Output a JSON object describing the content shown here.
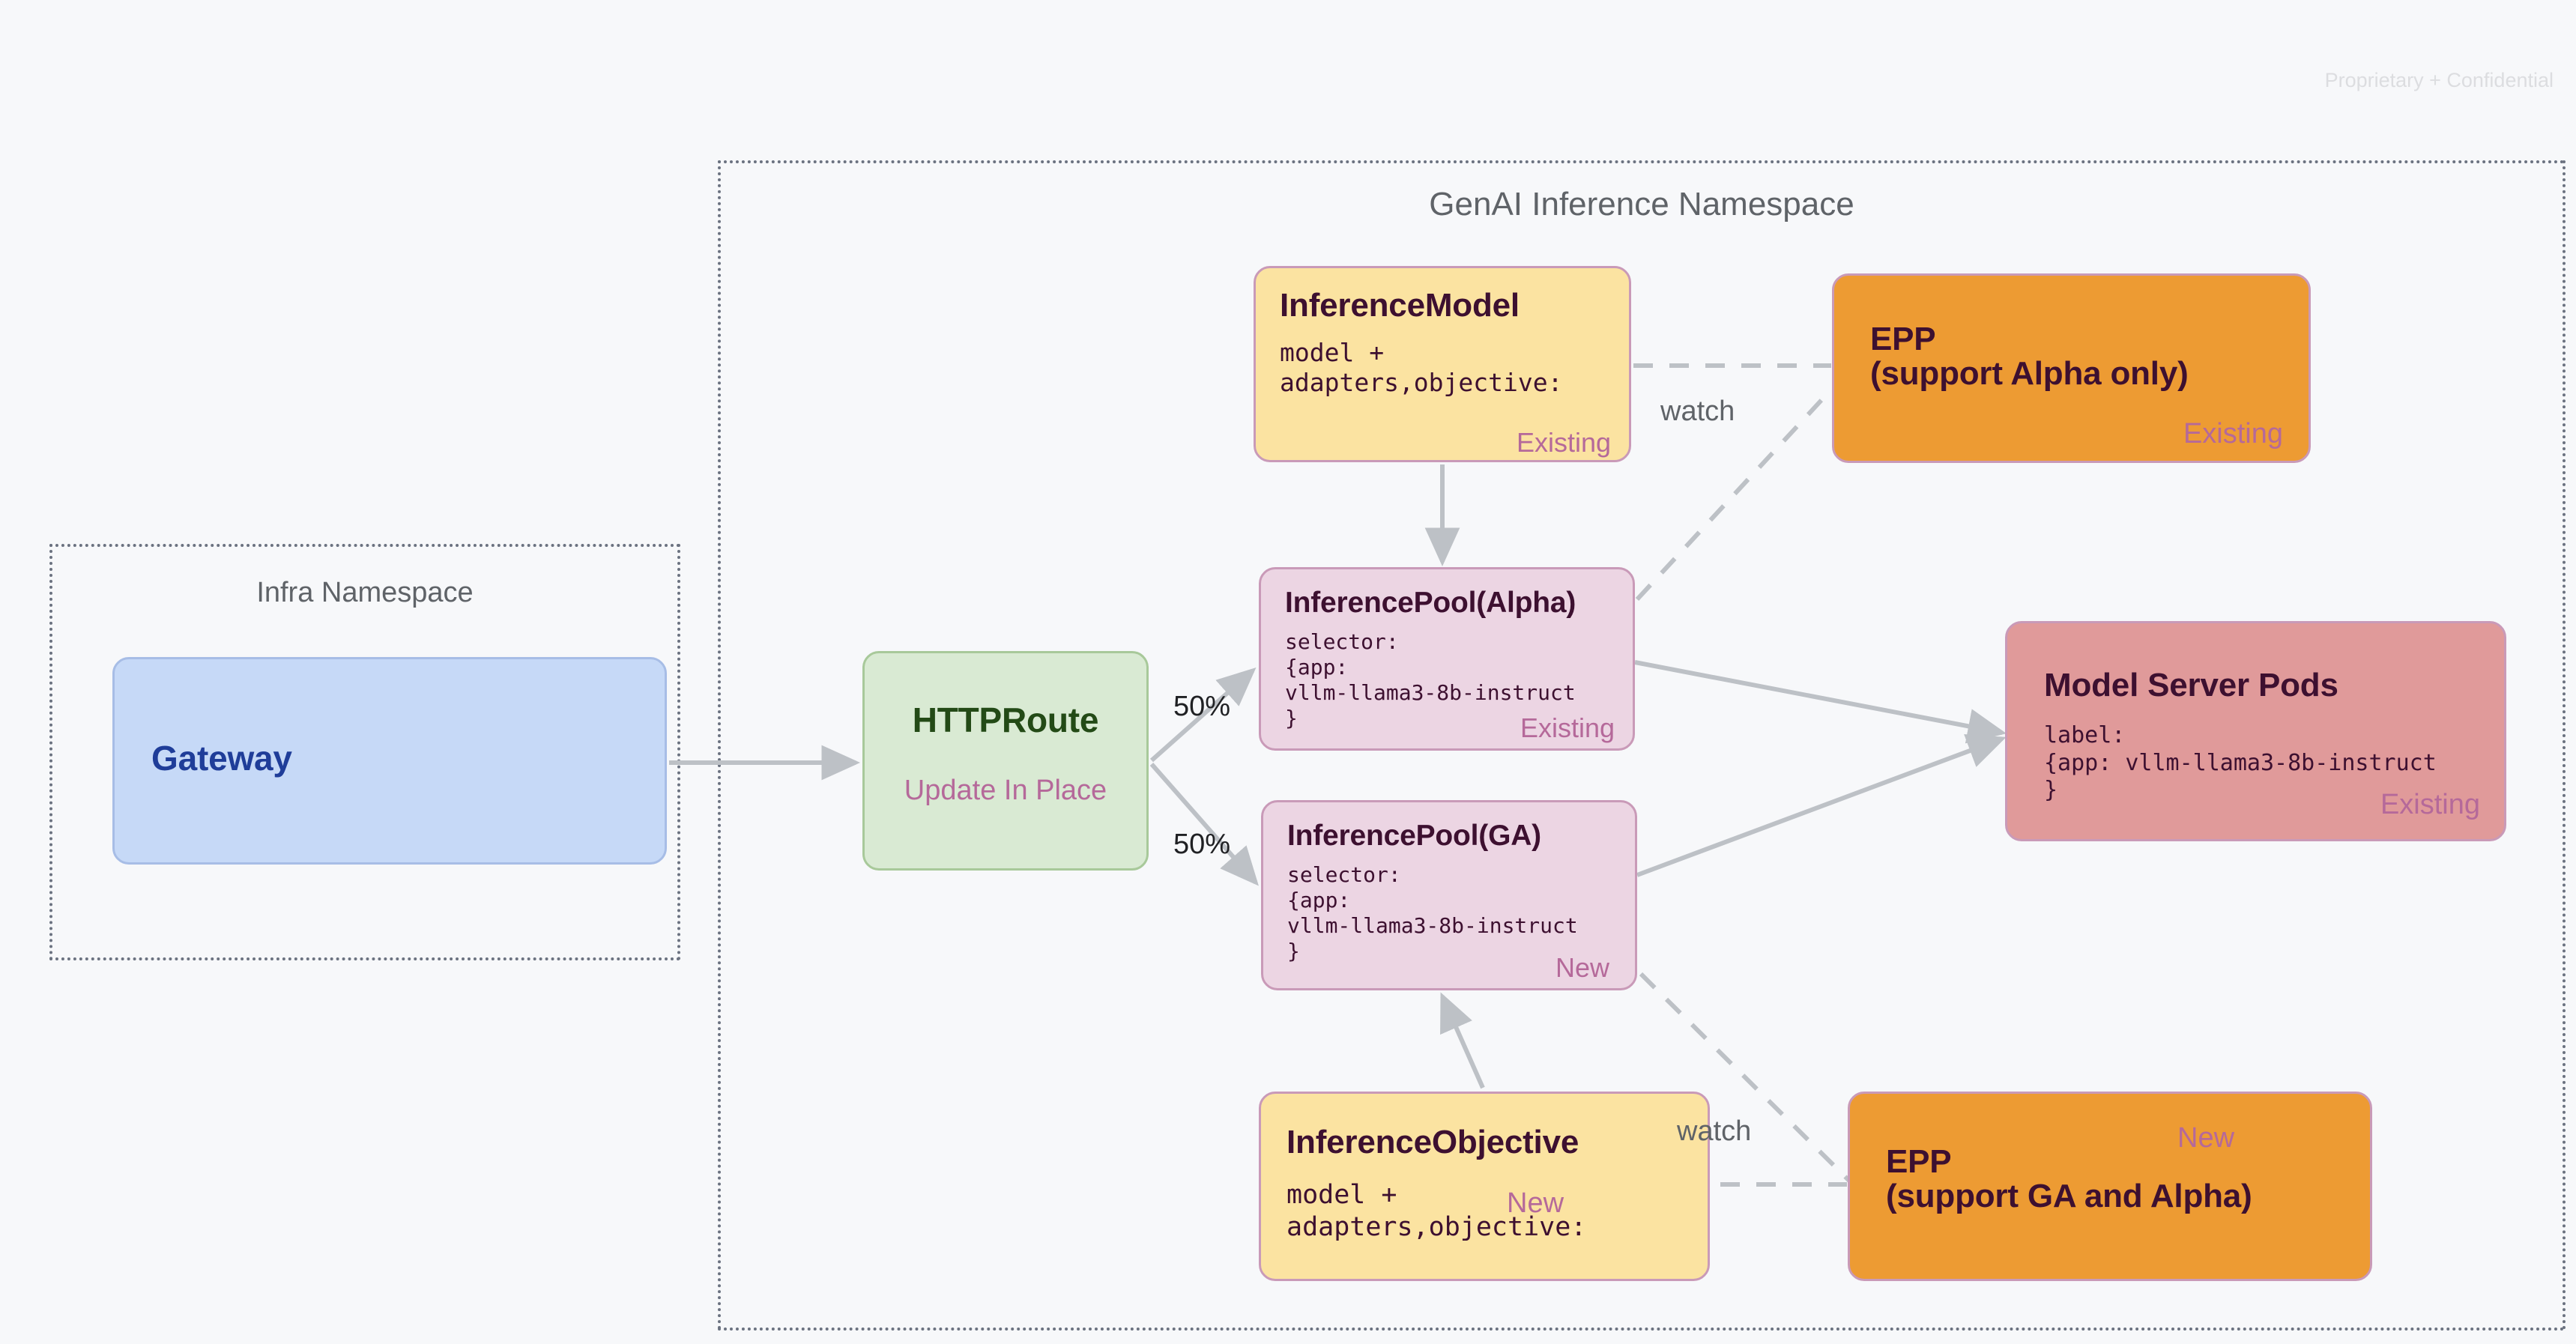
{
  "page": {
    "confidential_notice": "Proprietary + Confidential",
    "background_color": "#f7f8fa"
  },
  "namespaces": [
    {
      "id": "infra",
      "label": "Infra Namespace",
      "border_style": "dotted",
      "border_color": "#6b7280"
    },
    {
      "id": "genai",
      "label": "GenAI Inference Namespace",
      "border_style": "dotted",
      "border_color": "#6b7280"
    }
  ],
  "nodes": {
    "gateway": {
      "title": "Gateway",
      "fill": "#c6d9f7",
      "stroke": "#a7bde6",
      "title_color": "#1f3d99"
    },
    "httproute": {
      "title": "HTTPRoute",
      "tag": "Update In Place",
      "fill": "#d9ead3",
      "stroke": "#a8c99a",
      "title_color": "#234a16"
    },
    "inference_model": {
      "title": "InferenceModel",
      "body": "model +\nadapters,objective:",
      "tag": "Existing",
      "fill": "#fbe3a1",
      "stroke": "#c99ab8"
    },
    "inference_pool_alpha": {
      "title": "InferencePool(Alpha)",
      "body": "selector:\n{app:\nvllm-llama3-8b-instruct\n}",
      "tag": "Existing",
      "fill": "#ecd5e3",
      "stroke": "#c99ab8"
    },
    "inference_pool_ga": {
      "title": "InferencePool(GA)",
      "body": "selector:\n{app:\nvllm-llama3-8b-instruct\n}",
      "tag": "New",
      "fill": "#ecd5e3",
      "stroke": "#c99ab8"
    },
    "inference_objective": {
      "title": "InferenceObjective",
      "body": "model +\nadapters,objective:",
      "tag": "New",
      "fill": "#fbe3a1",
      "stroke": "#c99ab8"
    },
    "epp_alpha": {
      "title": "EPP\n(support Alpha only)",
      "tag": "Existing",
      "fill": "#ed9b33",
      "stroke": "#c99ab8"
    },
    "epp_ga": {
      "title": "EPP\n(support GA and Alpha)",
      "tag": "New",
      "fill": "#ed9b33",
      "stroke": "#c99ab8"
    },
    "model_server_pods": {
      "title": "Model Server Pods",
      "body": "label:\n{app: vllm-llama3-8b-instruct\n}",
      "tag": "Existing",
      "fill": "#e09a9a",
      "stroke": "#c99ab8"
    }
  },
  "edges": [
    {
      "id": "gateway-to-httproute",
      "from": "gateway",
      "to": "httproute",
      "label": "",
      "style": "solid"
    },
    {
      "id": "httproute-to-pool-alpha",
      "from": "httproute",
      "to": "inference_pool_alpha",
      "label": "50%",
      "style": "solid"
    },
    {
      "id": "httproute-to-pool-ga",
      "from": "httproute",
      "to": "inference_pool_ga",
      "label": "50%",
      "style": "solid"
    },
    {
      "id": "inference-model-to-pool-alpha",
      "from": "inference_model",
      "to": "inference_pool_alpha",
      "label": "",
      "style": "solid"
    },
    {
      "id": "inference-objective-to-pool-ga",
      "from": "inference_objective",
      "to": "inference_pool_ga",
      "label": "",
      "style": "solid"
    },
    {
      "id": "epp-alpha-watch-inference-model",
      "from": "epp_alpha",
      "to": "inference_model",
      "label": "watch",
      "style": "dashed"
    },
    {
      "id": "epp-alpha-watch-pool-alpha",
      "from": "epp_alpha",
      "to": "inference_pool_alpha",
      "label": "",
      "style": "dashed"
    },
    {
      "id": "epp-ga-watch-inference-objective",
      "from": "epp_ga",
      "to": "inference_objective",
      "label": "watch",
      "style": "dashed"
    },
    {
      "id": "epp-ga-watch-pool-ga",
      "from": "epp_ga",
      "to": "inference_pool_ga",
      "label": "",
      "style": "dashed"
    },
    {
      "id": "pool-alpha-to-pods",
      "from": "inference_pool_alpha",
      "to": "model_server_pods",
      "label": "",
      "style": "solid"
    },
    {
      "id": "pool-ga-to-pods",
      "from": "inference_pool_ga",
      "to": "model_server_pods",
      "label": "",
      "style": "solid"
    }
  ],
  "edge_labels": {
    "split_top": "50%",
    "split_bottom": "50%",
    "watch_top": "watch",
    "watch_bottom": "watch"
  },
  "colors": {
    "edge_line": "#bdc1c6",
    "tag_text": "#b5699a",
    "namespace_label": "#5f6368",
    "dark_text": "#3d1030"
  }
}
